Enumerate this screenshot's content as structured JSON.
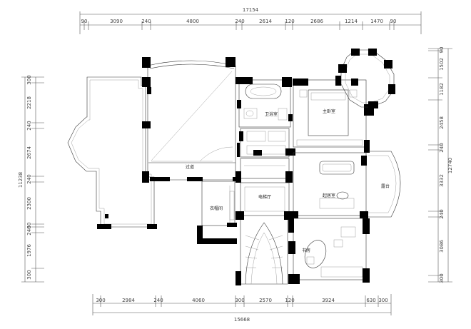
{
  "dimensions": {
    "top_total": "17154",
    "top_segments": [
      "90",
      "3090",
      "240",
      "4800",
      "240",
      "2614",
      "120",
      "2686",
      "1214",
      "1470",
      "90"
    ],
    "bottom_total": "15668",
    "bottom_segments": [
      "300",
      "2984",
      "240",
      "4060",
      "300",
      "2570",
      "120",
      "3924",
      "630",
      "300"
    ],
    "left_total": "11238",
    "left_segments": [
      "300",
      "2218",
      "240",
      "2674",
      "240",
      "2300",
      "60",
      "240",
      "1976",
      "300"
    ],
    "right_total": "12740",
    "right_segments": [
      "90",
      "1502",
      "1182",
      "2458",
      "240",
      "3332",
      "240",
      "3086",
      "300"
    ]
  },
  "rooms": {
    "bathroom": "卫浴室",
    "master_bedroom": "主卧室",
    "corridor": "过道",
    "closet_left": "衣帽间",
    "lobby": "电梯厅",
    "lounge": "起居室",
    "terrace": "露台",
    "study": "书房"
  }
}
